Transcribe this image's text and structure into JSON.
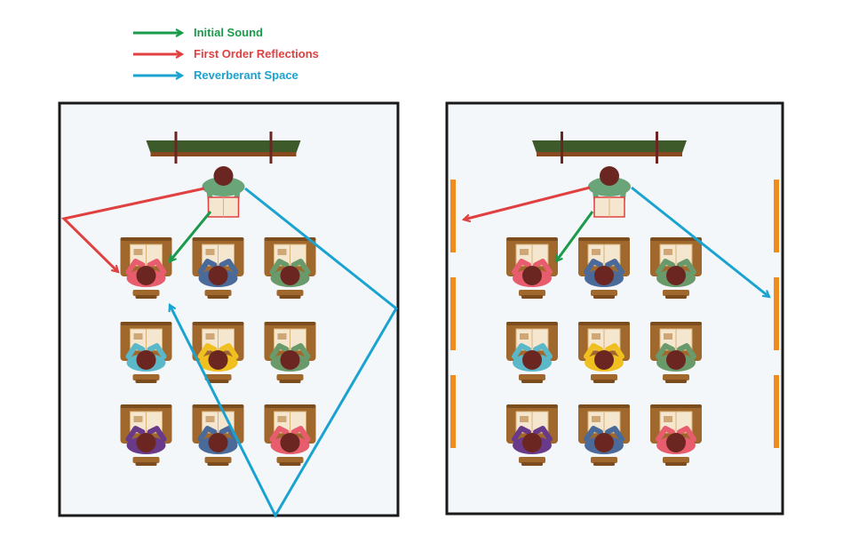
{
  "legend": [
    {
      "key": "initial",
      "label": "Initial Sound",
      "color": "#1a9a4a"
    },
    {
      "key": "first",
      "label": "First Order Reflections",
      "color": "#e04040"
    },
    {
      "key": "reverb",
      "label": "Reverberant Space",
      "color": "#1aa3d0"
    }
  ],
  "colors": {
    "room_fill": "#f4f7fa",
    "room_border": "#1a1a1a",
    "board": "#3d5a2a",
    "board_trim": "#8a4a20",
    "desk": "#a0682c",
    "paper": "#f5e6cf",
    "panel": "#f08c1e",
    "hair": "#6b2622",
    "teacher_shirt": "#6aa57a"
  },
  "panels": [
    {
      "name": "room-without-treatment",
      "acoustic_panels": false,
      "student_shirts": [
        "#e85d6e",
        "#4a6a9a",
        "#6a9a6a",
        "#5ab8c8",
        "#f0c020",
        "#6a9a6a",
        "#6a3a8a",
        "#4a6a9a",
        "#e85d6e"
      ]
    },
    {
      "name": "room-with-acoustic-panels",
      "acoustic_panels": true,
      "student_shirts": [
        "#e85d6e",
        "#4a6a9a",
        "#6a9a6a",
        "#5ab8c8",
        "#f0c020",
        "#6a9a6a",
        "#6a3a8a",
        "#4a6a9a",
        "#e85d6e"
      ]
    }
  ]
}
